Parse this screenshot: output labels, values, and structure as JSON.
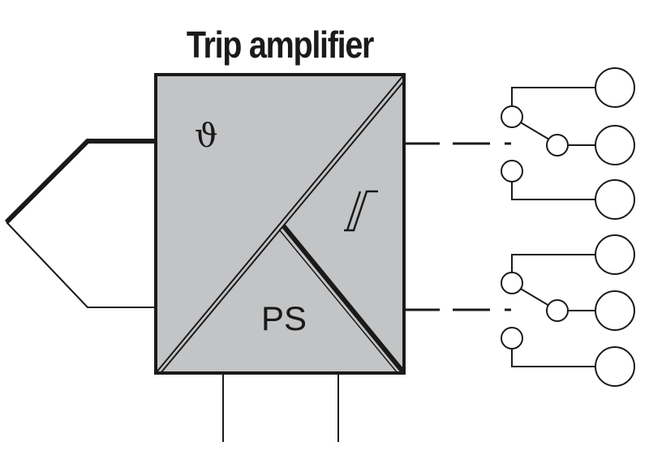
{
  "diagram": {
    "title": "Trip amplifier",
    "power_supply_label": "PS",
    "sensor_symbol": "ϑ",
    "hysteresis_symbol": "hysteresis-icon",
    "colors": {
      "block_fill": "#c3c4c6",
      "line": "#1a1a1a",
      "background": "#ffffff"
    }
  }
}
